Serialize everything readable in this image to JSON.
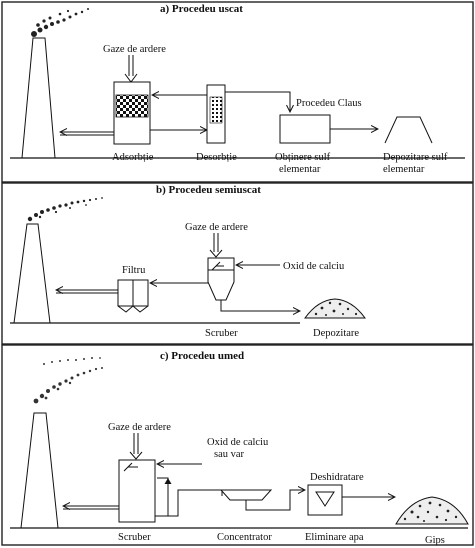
{
  "panels": {
    "a": {
      "title": "a) Procedeu uscat",
      "gas_label": "Gaze de ardere",
      "adsorption": "Adsorbție",
      "desorption": "Desorbție",
      "claus": "Procedeu Claus",
      "sulfur_line1": "Obținere sulf",
      "sulfur_line2": "elementar",
      "storage_line1": "Depozitare sulf",
      "storage_line2": "elementar"
    },
    "b": {
      "title": "b) Procedeu semiuscat",
      "gas_label": "Gaze de ardere",
      "filter": "Filtru",
      "calcium_oxide": "Oxid de calciu",
      "scrubber": "Scruber",
      "storage": "Depozitare"
    },
    "c": {
      "title": "c) Procedeu umed",
      "gas_label": "Gaze de ardere",
      "oxide_line1": "Oxid de calciu",
      "oxide_line2": "sau var",
      "dewatering": "Deshidratare",
      "scrubber": "Scruber",
      "concentrator": "Concentrator",
      "water_removal": "Eliminare apa",
      "gypsum": "Gips"
    }
  }
}
